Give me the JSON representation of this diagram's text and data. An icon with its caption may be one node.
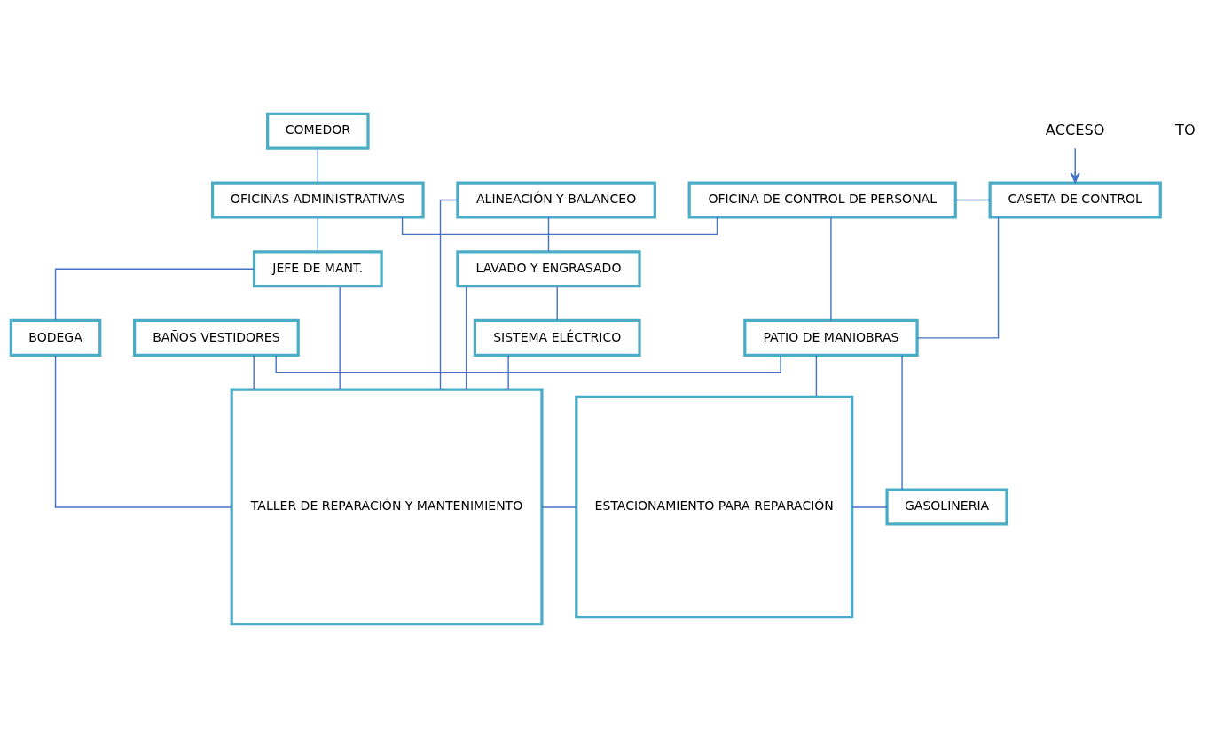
{
  "diagram": {
    "nodes": [
      {
        "text": [
          "COMEDOR"
        ]
      },
      {
        "text": [
          "OFICINAS ADMINISTRATIVAS"
        ]
      },
      {
        "text": [
          "OFICINA DE CONTROL DE PERSONAL"
        ]
      },
      {
        "text": [
          "ACCESO"
        ]
      },
      {
        "text": [
          "CASETA DE CONTROL"
        ]
      },
      {
        "text": [
          "BAÑOS VESTIDORES"
        ]
      },
      {
        "text": [
          "PATIO DE MANIOBRAS"
        ]
      },
      {
        "text": [
          "JEFE DE MANT."
        ]
      },
      {
        "text": [
          "BODEGA"
        ]
      },
      {
        "text": [
          "ESTACIONAMIENTO PARA REPARACIÓN"
        ]
      },
      {
        "text": [
          "GASOLINERIA"
        ]
      },
      {
        "text": [
          "ALINEACIÓN Y BALANCEO"
        ]
      },
      {
        "text": [
          "TALLER DE REPARACIÓN Y MANTENIMIENTO"
        ]
      },
      {
        "text": [
          "LAVADO Y ENGRASADO"
        ]
      },
      {
        "text": [
          "SISTEMA ELÉCTRICO"
        ]
      }
    ],
    "edges": [
      {
        "from": 0,
        "to": 1,
        "arrow": "none"
      },
      {
        "from": 1,
        "to": 2,
        "arrow": "none"
      },
      {
        "from": 2,
        "to": 4,
        "arrow": "none"
      },
      {
        "from": 3,
        "to": 4,
        "arrow": "to"
      },
      {
        "from": 2,
        "to": 6,
        "arrow": "none"
      },
      {
        "from": 4,
        "to": 6,
        "arrow": "none"
      },
      {
        "from": 5,
        "to": 6,
        "arrow": "none"
      },
      {
        "from": 6,
        "to": 10,
        "arrow": "none"
      },
      {
        "from": 1,
        "to": 7,
        "arrow": "none"
      },
      {
        "from": 7,
        "to": 12,
        "arrow": "none"
      },
      {
        "from": 7,
        "to": 8,
        "arrow": "none"
      },
      {
        "from": 8,
        "to": 12,
        "arrow": "none"
      },
      {
        "from": 5,
        "to": 12,
        "arrow": "none"
      },
      {
        "from": 6,
        "to": 9,
        "arrow": "none"
      },
      {
        "from": 9,
        "to": 10,
        "arrow": "none"
      },
      {
        "from": 11,
        "to": 12,
        "arrow": "none"
      },
      {
        "from": 11,
        "to": 13,
        "arrow": "none"
      },
      {
        "from": 13,
        "to": 12,
        "arrow": "none"
      },
      {
        "from": 13,
        "to": 14,
        "arrow": "none"
      },
      {
        "from": 14,
        "to": 12,
        "arrow": "none"
      },
      {
        "from": 12,
        "to": 9,
        "arrow": "none"
      }
    ],
    "labels": [
      "TO"
    ]
  }
}
